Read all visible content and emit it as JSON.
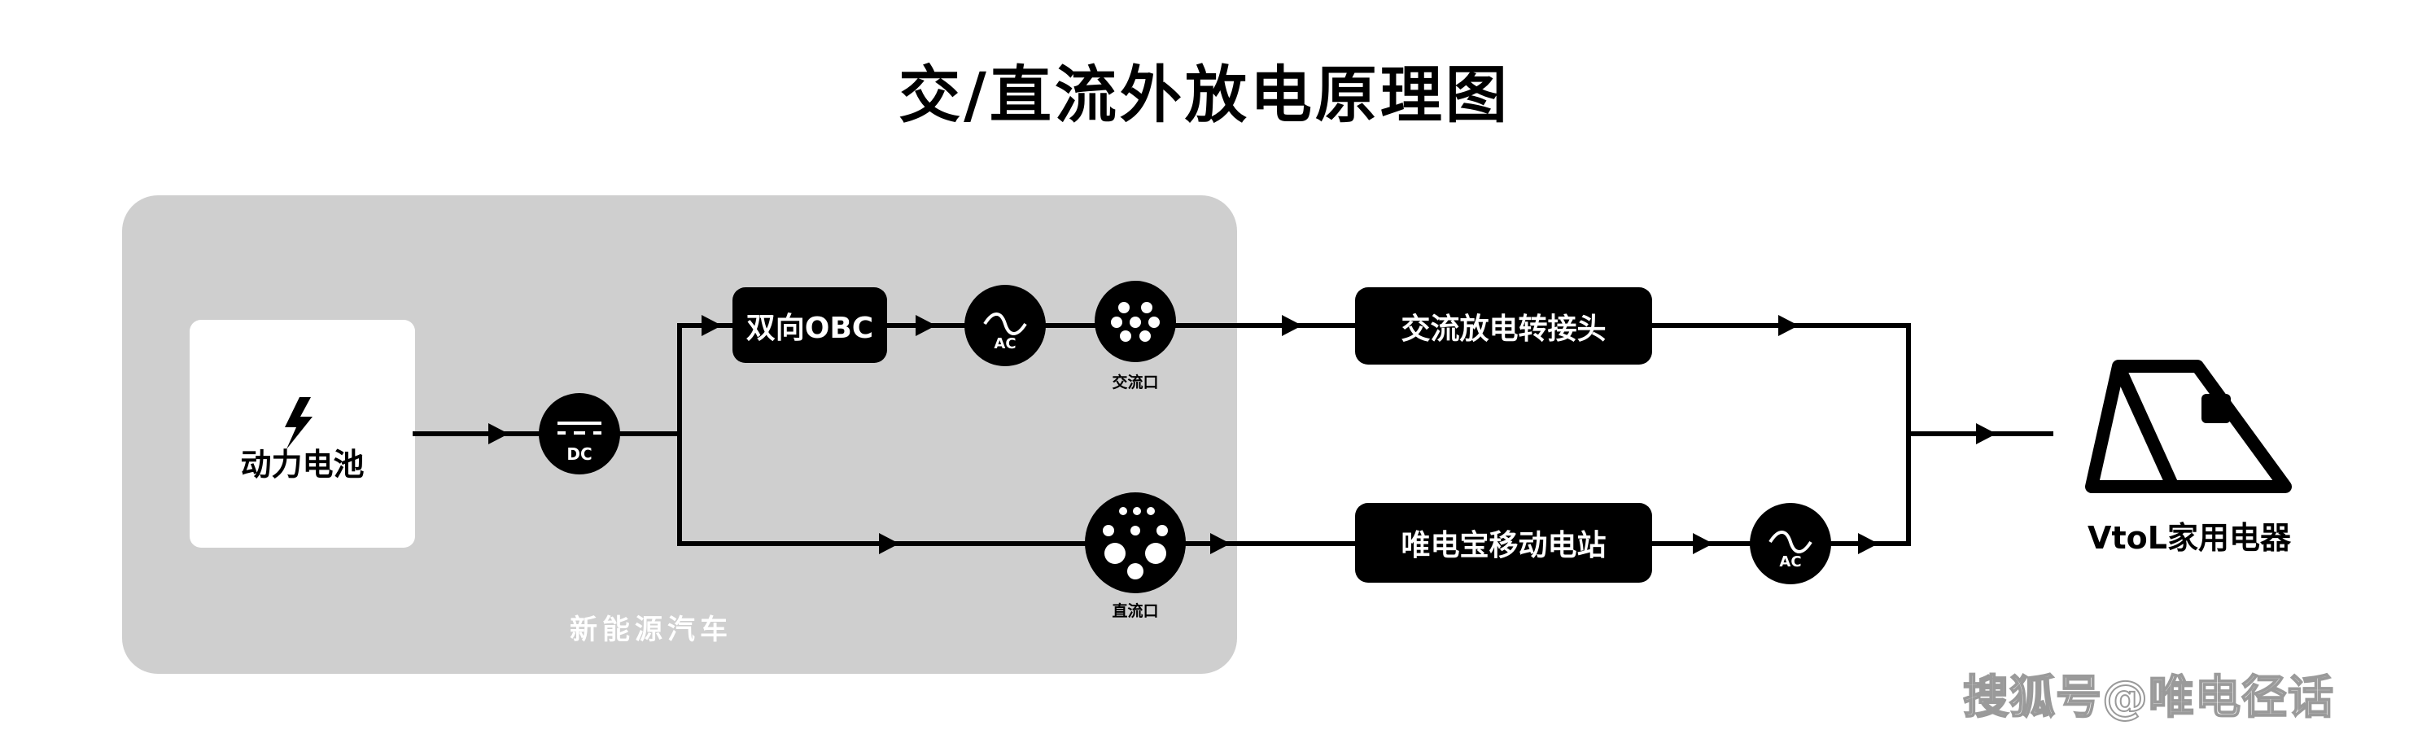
{
  "title": "交/直流外放电原理图",
  "vehicle": {
    "label": "新能源汽车"
  },
  "battery": {
    "label": "动力电池",
    "icon": "lightning-bolt-icon"
  },
  "converter_dc": {
    "label": "DC"
  },
  "obc": {
    "label": "双向OBC"
  },
  "inverter_ac_top": {
    "label": "AC"
  },
  "ac_port": {
    "label": "交流口",
    "icon": "ac-charging-port-icon"
  },
  "dc_port": {
    "label": "直流口",
    "icon": "dc-charging-port-icon"
  },
  "ac_adapter": {
    "label": "交流放电转接头"
  },
  "power_station": {
    "label": "唯电宝移动电站"
  },
  "inverter_ac_bottom": {
    "label": "AC"
  },
  "appliance": {
    "label": "VtoL家用电器",
    "icon": "tent-appliance-icon"
  },
  "watermark": "搜狐号@唯电径话",
  "colors": {
    "panel": "#cfcfcf",
    "node": "#000000",
    "background": "#ffffff"
  }
}
